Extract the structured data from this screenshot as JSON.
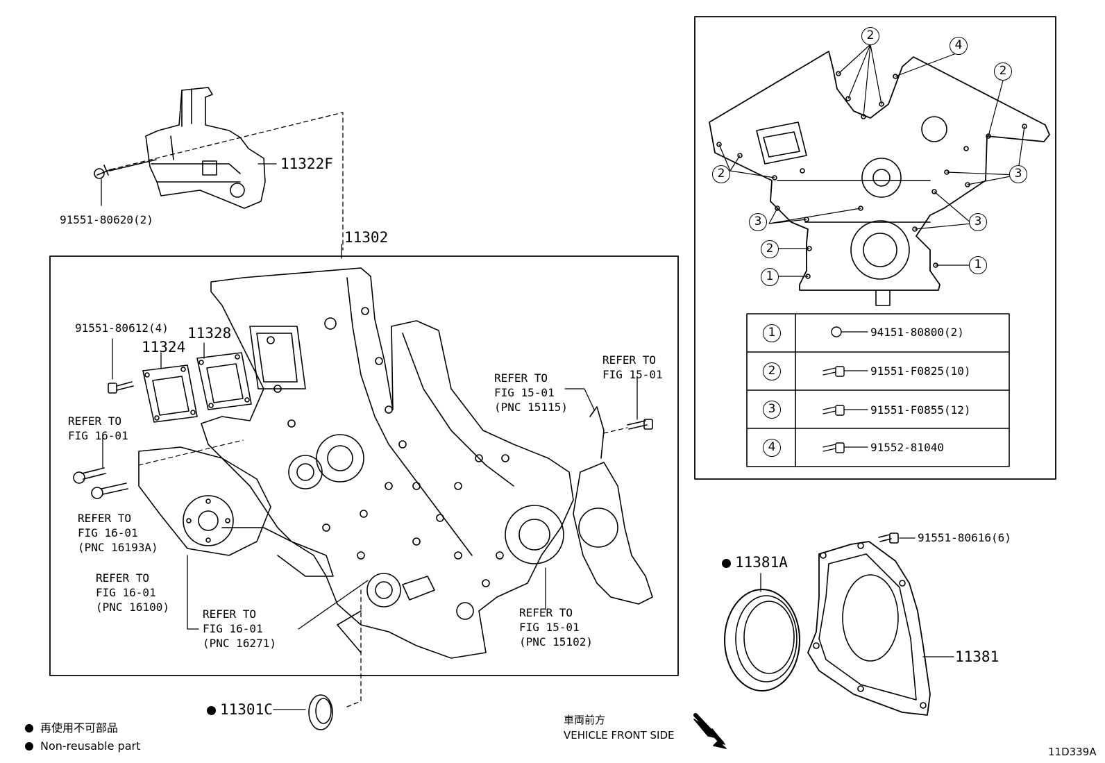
{
  "parts": {
    "p11322f": "11322F",
    "p91551_80620": "91551-80620(2)",
    "p11302": "11302",
    "p91551_80612": "91551-80612(4)",
    "p11328": "11328",
    "p11324": "11324",
    "p11381a": "11381A",
    "p11381": "11381",
    "p11301c": "11301C",
    "p91551_80616": "91551-80616(6)"
  },
  "refs": {
    "r1": [
      "REFER TO",
      "FIG 15-01"
    ],
    "r2": [
      "REFER TO",
      "FIG 15-01",
      "(PNC 15115)"
    ],
    "r3": [
      "REFER TO",
      "FIG 16-01"
    ],
    "r4": [
      "REFER TO",
      "FIG 16-01",
      "(PNC 16193A)"
    ],
    "r5": [
      "REFER TO",
      "FIG 16-01",
      "(PNC 16100)"
    ],
    "r6": [
      "REFER TO",
      "FIG 16-01",
      "(PNC 16271)"
    ],
    "r7": [
      "REFER TO",
      "FIG 15-01",
      "(PNC 15102)"
    ]
  },
  "bolt_table": [
    {
      "num": "1",
      "part": "94151-80800(2)"
    },
    {
      "num": "2",
      "part": "91551-F0825(10)"
    },
    {
      "num": "3",
      "part": "91551-F0855(12)"
    },
    {
      "num": "4",
      "part": "91552-81040"
    }
  ],
  "inset_markers": [
    "2",
    "4",
    "2",
    "2",
    "3",
    "3",
    "3",
    "2",
    "1",
    "1"
  ],
  "legend": {
    "line1": "再使用不可部品",
    "line2": "Non-reusable part"
  },
  "front": {
    "jp": "車両前方",
    "en": "VEHICLE FRONT SIDE"
  },
  "diagram_code": "11D339A"
}
